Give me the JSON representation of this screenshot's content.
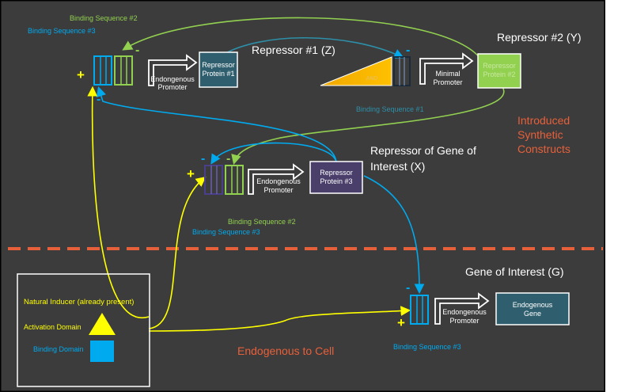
{
  "colors": {
    "background": "#3c3c3c",
    "frame": "#000000",
    "blue": "#00aaee",
    "green": "#92d050",
    "yellow": "#ffff00",
    "orange": "#e8603a",
    "teal_box": "#2f5f6e",
    "purple_box": "#4a3f6a",
    "white": "#ffffff"
  },
  "sections": {
    "introduced": "Introduced Synthetic Constructs",
    "introduced_lines": [
      "Introduced",
      "Synthetic",
      "Constructs"
    ],
    "endogenous": "Endogenous to Cell"
  },
  "constructs": {
    "repressor1": {
      "title": "Repressor #1 (Z)",
      "bs_label_a": "Binding Sequence #2",
      "bs_label_b": "Binding Sequence #3",
      "promoter": [
        "Endongenous",
        "Promoter"
      ],
      "protein": [
        "Repressor",
        "Protein #1"
      ],
      "sign_plus": "+",
      "sign_minus_top": "-",
      "sign_minus_bottom": "-"
    },
    "repressor2": {
      "title": "Repressor #2 (Y)",
      "ramp_label": "AND",
      "bs_label": "Binding Sequence #1",
      "promoter": [
        "Minimal",
        "Promoter"
      ],
      "protein": [
        "Repressor",
        "Protein #2"
      ],
      "sign_minus": "-"
    },
    "repressor_x": {
      "title_lines": [
        "Repressor of Gene of",
        "Interest (X)"
      ],
      "promoter": [
        "Endongenous",
        "Promoter"
      ],
      "protein": [
        "Repressor",
        "Protein #3"
      ],
      "bs_label_a": "Binding Sequence #2",
      "bs_label_b": "Binding Sequence #3",
      "sign_plus": "+",
      "sign_minus_a": "-",
      "sign_minus_b": "-"
    },
    "gene": {
      "title": "Gene of Interest (G)",
      "promoter": [
        "Endongenous",
        "Promoter"
      ],
      "protein": [
        "Endogenous",
        "Gene"
      ],
      "bs_label": "Binding Sequence #3",
      "sign_plus": "+",
      "sign_minus": "-"
    }
  },
  "inducer": {
    "title": "Natural Inducer (already present)",
    "activation": "Activation Domain",
    "binding": "Binding Domain"
  }
}
